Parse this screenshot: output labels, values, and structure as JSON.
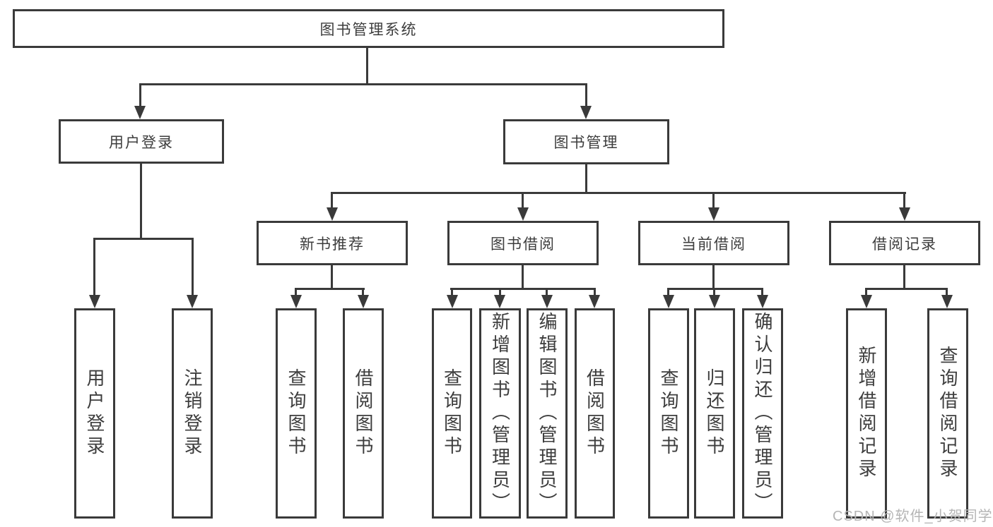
{
  "tree": {
    "label": "图书管理系统",
    "children": [
      {
        "label": "用户登录",
        "children": [
          {
            "label": "用户登录"
          },
          {
            "label": "注销登录"
          }
        ]
      },
      {
        "label": "图书管理",
        "children": [
          {
            "label": "新书推荐",
            "children": [
              {
                "label": "查询图书"
              },
              {
                "label": "借阅图书"
              }
            ]
          },
          {
            "label": "图书借阅",
            "children": [
              {
                "label": "查询图书"
              },
              {
                "label": "新增图书（管理员）"
              },
              {
                "label": "编辑图书（管理员）"
              },
              {
                "label": "借阅图书"
              }
            ]
          },
          {
            "label": "当前借阅",
            "children": [
              {
                "label": "查询图书"
              },
              {
                "label": "归还图书"
              },
              {
                "label": "确认归还（管理员）"
              }
            ]
          },
          {
            "label": "借阅记录",
            "children": [
              {
                "label": "新增借阅记录"
              },
              {
                "label": "查询借阅记录"
              }
            ]
          }
        ]
      }
    ]
  },
  "watermark": {
    "text": "CSDN @软件_小贺同学"
  },
  "colors": {
    "line": "#3a3a3a",
    "text": "#3d3d3d",
    "background": "#ffffff",
    "watermark": "#b5b5b5"
  }
}
